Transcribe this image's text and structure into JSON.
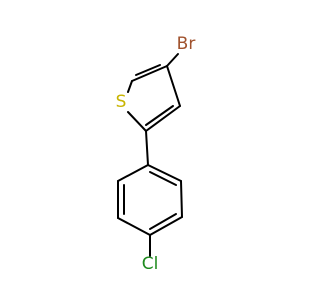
{
  "molecule": {
    "atoms": {
      "bromine": {
        "label": "Br",
        "color": "#a0522d"
      },
      "sulfur": {
        "label": "S",
        "color": "#c8b400"
      },
      "chlorine": {
        "label": "Cl",
        "color": "#1e8a1e"
      }
    },
    "bond_color": "#000000"
  }
}
